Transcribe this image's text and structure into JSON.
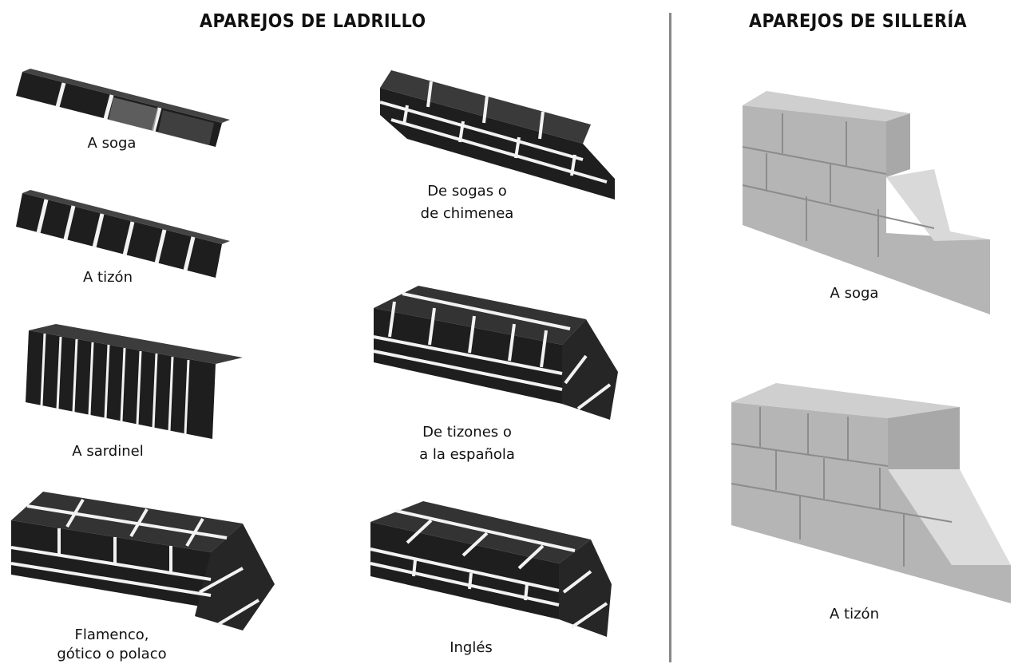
{
  "headings": {
    "ladrillo": "APAREJOS DE LADRILLO",
    "silleria": "APAREJOS DE SILLERÍA"
  },
  "ladrillo": {
    "soga": "A soga",
    "tizon": "A tizón",
    "sardinel": "A sardinel",
    "flamenco_1": "Flamenco,",
    "flamenco_2": "gótico o polaco",
    "sogas_1": "De sogas o",
    "sogas_2": "de chimenea",
    "tizones_1": "De tizones o",
    "tizones_2": "a la española",
    "ingles": "Inglés"
  },
  "silleria": {
    "soga": "A soga",
    "tizon": "A tizón"
  },
  "colors": {
    "brick": "#2a2a2a",
    "brick_top": "#3a3a3a",
    "mortar": "#f2f2f2",
    "stone": "#bdbdbd",
    "stone_light": "#dedede",
    "divider": "#888888"
  }
}
